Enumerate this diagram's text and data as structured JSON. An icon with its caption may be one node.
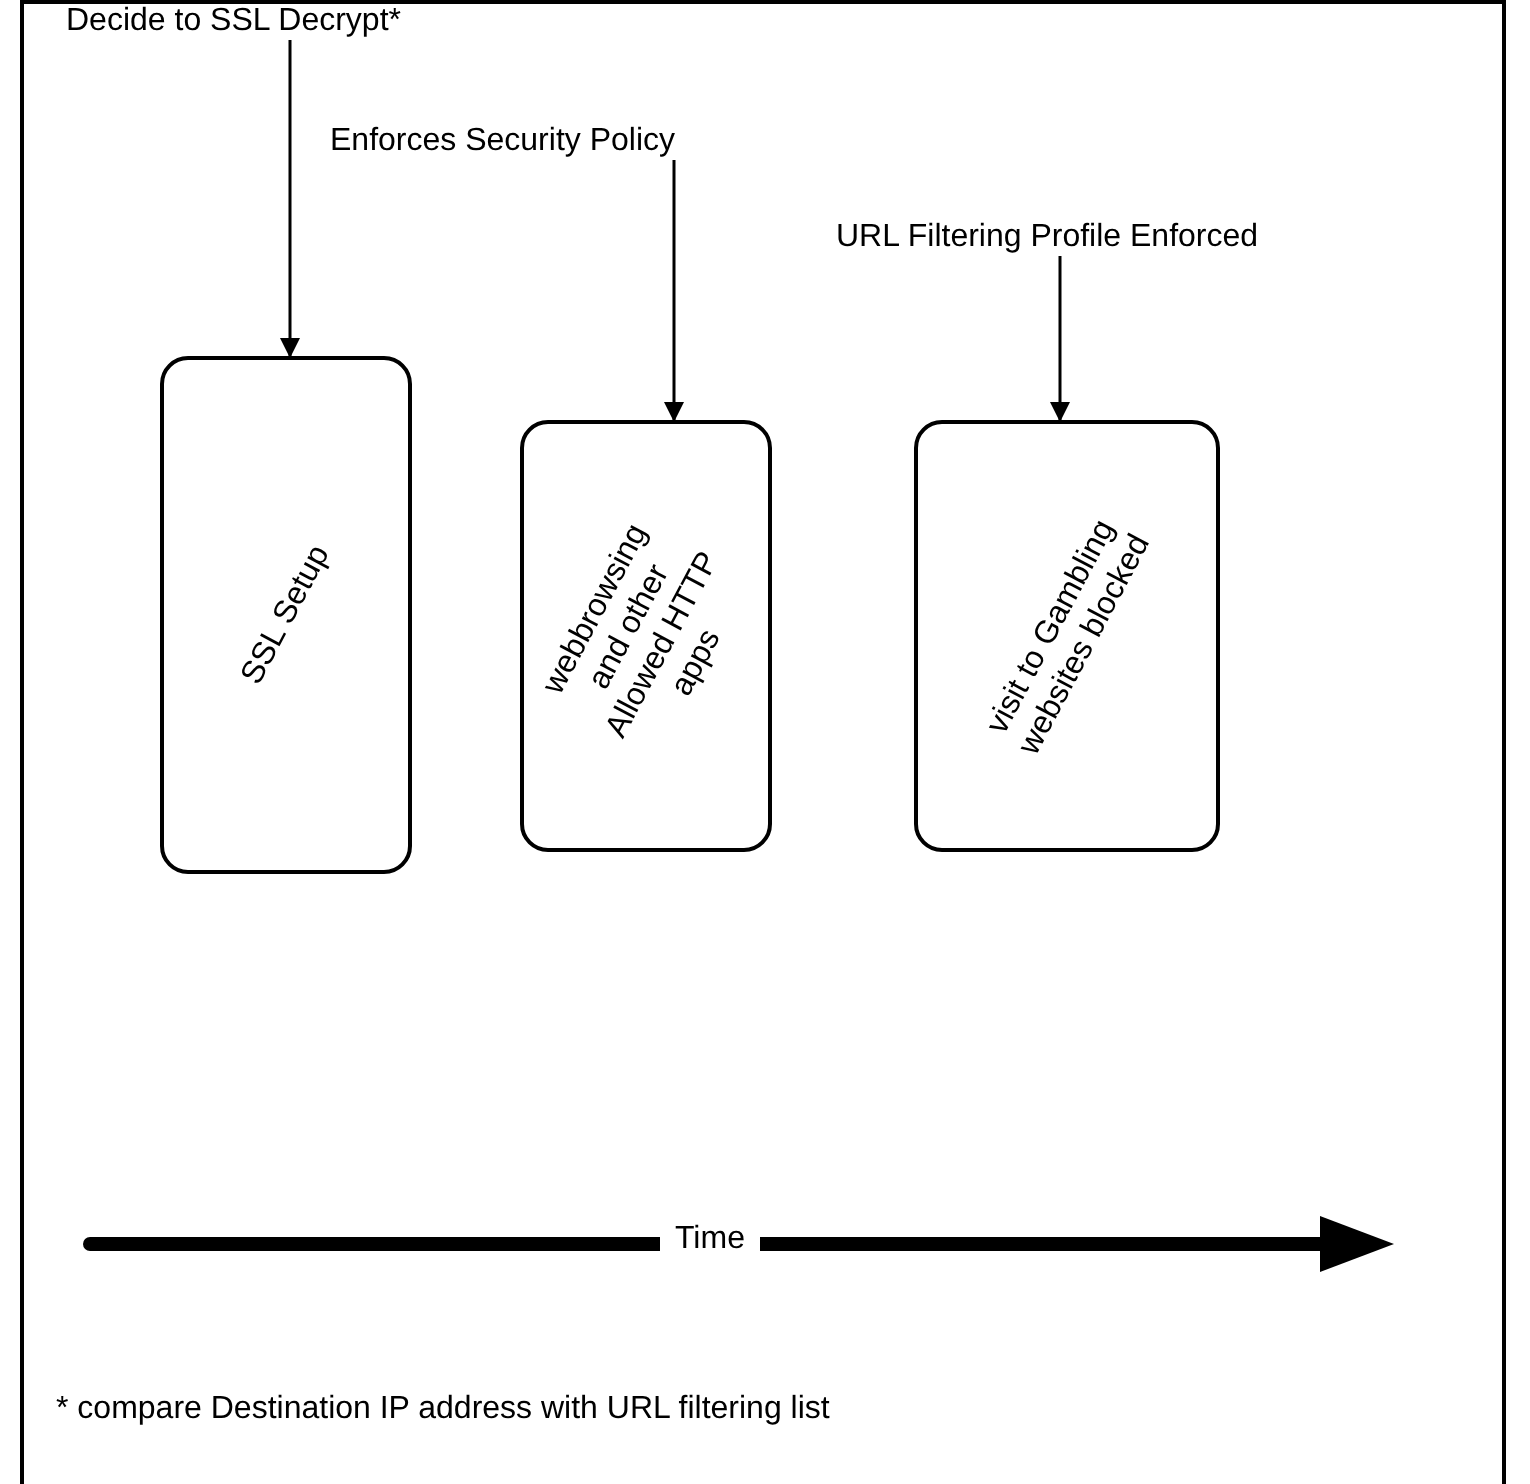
{
  "diagram": {
    "nodes": [
      {
        "text": [
          "Decide to SSL Decrypt*"
        ]
      },
      {
        "text": [
          "SSL Setup"
        ]
      },
      {
        "text": [
          "Enforces Security Policy"
        ]
      },
      {
        "text": [
          "webbrowsing and other Allowed HTTP apps"
        ]
      },
      {
        "text": [
          "URL Filtering Profile Enforced"
        ]
      },
      {
        "text": [
          "visit to Gambling websites blocked"
        ]
      }
    ],
    "edges": [
      {
        "from": 0,
        "to": 1,
        "arrow": "to"
      },
      {
        "from": 2,
        "to": 3,
        "arrow": "to"
      },
      {
        "from": 4,
        "to": 5,
        "arrow": "to"
      }
    ],
    "labels": [
      "Time",
      "* compare Destination IP address with URL filtering list"
    ]
  }
}
